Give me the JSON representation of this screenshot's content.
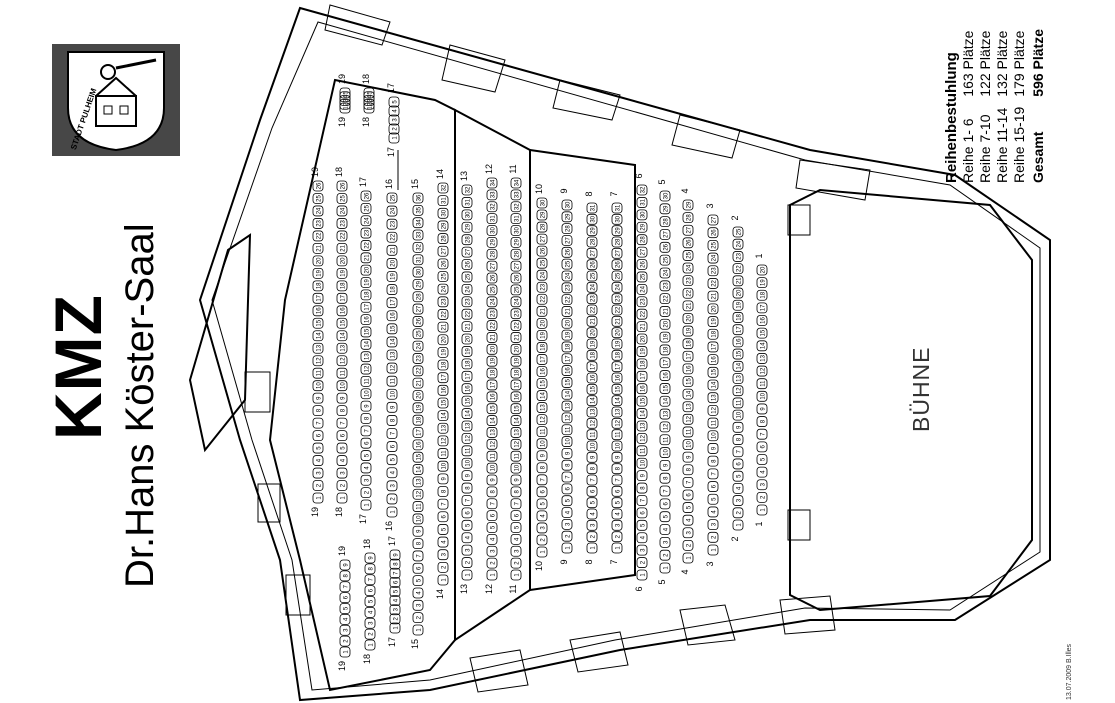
{
  "header": {
    "brand": "KMZ",
    "hall_name": "Dr.Hans Köster-Saal"
  },
  "logo": {
    "text": "STADT PULHEIM"
  },
  "stage": {
    "label": "BÜHNE"
  },
  "legend": {
    "heading": "Reihenbestuhlung",
    "rows": [
      {
        "label": "Reihe 1- 6",
        "value": "163 Plätze"
      },
      {
        "label": "Reihe 7-10",
        "value": "122 Plätze"
      },
      {
        "label": "Reihe 11-14",
        "value": "132 Plätze"
      },
      {
        "label": "Reihe 15-19",
        "value": "179 Plätze"
      }
    ],
    "total_label": "Gesamt",
    "total_value": "596 Plätze"
  },
  "footer": {
    "note": "13.07.2009 B.Illes"
  },
  "plan": {
    "row_labels": [
      "1",
      "2",
      "3",
      "4",
      "5",
      "6",
      "7",
      "8",
      "9",
      "10",
      "11",
      "12",
      "13",
      "14",
      "15",
      "16",
      "17",
      "18",
      "19"
    ],
    "blocks": [
      {
        "row": "1",
        "a": [
          762,
          270
        ],
        "b": [
          762,
          510
        ],
        "n": 20
      },
      {
        "row": "2",
        "a": [
          738,
          232
        ],
        "b": [
          738,
          525
        ],
        "n": 25
      },
      {
        "row": "3",
        "a": [
          713,
          220
        ],
        "b": [
          713,
          550
        ],
        "n": 27
      },
      {
        "row": "4",
        "a": [
          688,
          205
        ],
        "b": [
          688,
          558
        ],
        "n": 29
      },
      {
        "row": "5",
        "a": [
          665,
          196
        ],
        "b": [
          665,
          568
        ],
        "n": 30
      },
      {
        "row": "6",
        "a": [
          642,
          190
        ],
        "b": [
          642,
          575
        ],
        "n": 32
      },
      {
        "row": "7",
        "a": [
          617,
          208
        ],
        "b": [
          617,
          548
        ],
        "n": 31
      },
      {
        "row": "8",
        "a": [
          592,
          208
        ],
        "b": [
          592,
          548
        ],
        "n": 31
      },
      {
        "row": "9",
        "a": [
          567,
          205
        ],
        "b": [
          567,
          548
        ],
        "n": 30
      },
      {
        "row": "10",
        "a": [
          542,
          203
        ],
        "b": [
          542,
          552
        ],
        "n": 30
      },
      {
        "row": "11",
        "a": [
          516,
          183
        ],
        "b": [
          516,
          575
        ],
        "n": 34
      },
      {
        "row": "12",
        "a": [
          492,
          183
        ],
        "b": [
          492,
          575
        ],
        "n": 34
      },
      {
        "row": "13",
        "a": [
          467,
          190
        ],
        "b": [
          467,
          575
        ],
        "n": 32
      },
      {
        "row": "14",
        "a": [
          443,
          188
        ],
        "b": [
          443,
          580
        ],
        "n": 32
      },
      {
        "row": "15",
        "a": [
          418,
          198
        ],
        "b": [
          418,
          630
        ],
        "n": 36
      },
      {
        "row": "16",
        "a": [
          392,
          198
        ],
        "b": [
          392,
          512
        ],
        "n": 25
      },
      {
        "row": "17",
        "a": [
          366,
          196
        ],
        "b": [
          366,
          505
        ],
        "n": 26
      },
      {
        "row": "18",
        "a": [
          342,
          186
        ],
        "b": [
          342,
          498
        ],
        "n": 26
      },
      {
        "row": "19",
        "a": [
          318,
          186
        ],
        "b": [
          318,
          498
        ],
        "n": 26
      },
      {
        "row": "17",
        "a": [
          394,
          102
        ],
        "b": [
          394,
          138
        ],
        "n": 5
      },
      {
        "row": "18",
        "a": [
          369,
          93
        ],
        "b": [
          369,
          108
        ],
        "n": 5
      },
      {
        "row": "19",
        "a": [
          345,
          93
        ],
        "b": [
          345,
          108
        ],
        "n": 5
      },
      {
        "row": "17",
        "a": [
          395,
          555
        ],
        "b": [
          395,
          628
        ],
        "n": 9
      },
      {
        "row": "18",
        "a": [
          370,
          558
        ],
        "b": [
          370,
          645
        ],
        "n": 9
      },
      {
        "row": "19",
        "a": [
          345,
          565
        ],
        "b": [
          345,
          652
        ],
        "n": 9
      }
    ],
    "line_color": "#000000",
    "seat_color": "#000000",
    "logo_background": "#474747"
  }
}
